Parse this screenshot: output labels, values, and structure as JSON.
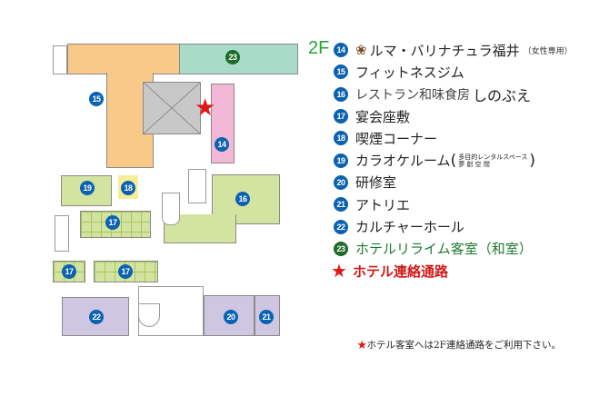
{
  "floor": {
    "label": "2F",
    "color": "#22a33a"
  },
  "legend": [
    {
      "num": "14",
      "label": "ルマ・バリナチュラ福井",
      "note": "（女性専用）",
      "icon": "lotus-icon",
      "badge_color": "#0b62b0",
      "text_color": "#222222"
    },
    {
      "num": "15",
      "label": "フィットネスジム",
      "badge_color": "#0b62b0",
      "text_color": "#222222"
    },
    {
      "num": "16",
      "label": "レストラン和味食房",
      "label2": "しのぶえ",
      "badge_color": "#0b62b0",
      "text_color": "#222222"
    },
    {
      "num": "17",
      "label": "宴会座敷",
      "badge_color": "#0b62b0",
      "text_color": "#222222"
    },
    {
      "num": "18",
      "label": "喫煙コーナー",
      "badge_color": "#0b62b0",
      "text_color": "#222222"
    },
    {
      "num": "19",
      "label": "カラオケルーム",
      "sub1": "多目的レンタルスペース",
      "sub2": "夢 創 空 間",
      "badge_color": "#0b62b0",
      "text_color": "#222222"
    },
    {
      "num": "20",
      "label": "研修室",
      "badge_color": "#0b62b0",
      "text_color": "#222222"
    },
    {
      "num": "21",
      "label": "アトリエ",
      "badge_color": "#0b62b0",
      "text_color": "#222222"
    },
    {
      "num": "22",
      "label": "カルチャーホール",
      "badge_color": "#0b62b0",
      "text_color": "#222222"
    },
    {
      "num": "23",
      "label": "ホテルリライム客室（和室）",
      "badge_color": "#1e6b2a",
      "text_color": "#1e7a2e"
    },
    {
      "num": "★",
      "label": "ホテル連絡通路",
      "badge_color": "#e01515",
      "text_color": "#d01818"
    }
  ],
  "note": {
    "star": "★",
    "text": "ホテル客室へは2F連絡通路をご利用下さい。"
  },
  "map": {
    "badges": {
      "b14": "14",
      "b15": "15",
      "b16": "16",
      "b17a": "17",
      "b17b": "17",
      "b17c": "17",
      "b18": "18",
      "b19": "19",
      "b20": "20",
      "b21": "21",
      "b22": "22",
      "b23": "23"
    },
    "star": "★",
    "colors": {
      "fitness": "#f9c98a",
      "hotel": "#a8dcc8",
      "spa": "#f2b8d6",
      "banquet": "#d3e4a0",
      "smoking": "#f6ec9a",
      "halls": "#cfc6e2",
      "void": "#c8c8c8"
    }
  }
}
